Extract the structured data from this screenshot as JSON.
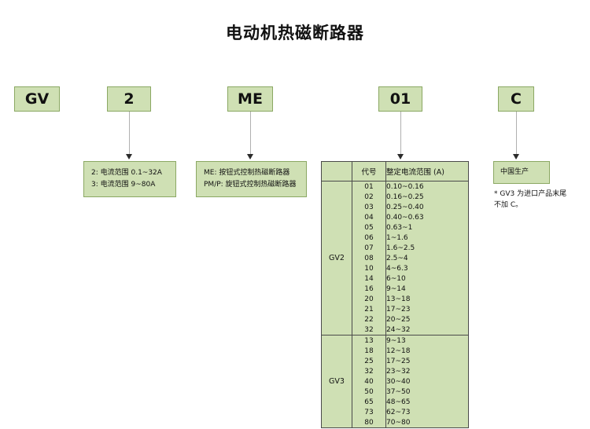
{
  "title": "电动机热磁断路器",
  "colors": {
    "box_fill": "#cfe0b4",
    "box_border": "#8ba863",
    "table_border": "#4a4a4a",
    "connector": "#b0b0b0",
    "text": "#111111"
  },
  "code_boxes": [
    {
      "label": "GV",
      "name": "series-code"
    },
    {
      "label": "2",
      "name": "frame-code"
    },
    {
      "label": "ME",
      "name": "control-type-code"
    },
    {
      "label": "01",
      "name": "current-rating-code"
    },
    {
      "label": "C",
      "name": "origin-code"
    }
  ],
  "frame_desc": {
    "lines": [
      "2: 电流范围 0.1~32A",
      "3: 电流范围 9~80A"
    ]
  },
  "control_desc": {
    "lines": [
      "ME: 按钮式控制热磁断路器",
      "PM/P: 旋钮式控制热磁断路器"
    ]
  },
  "origin_desc": {
    "label": "中国生产",
    "footnote_lines": [
      "* GV3 为进口产品末尾",
      "不加 C。"
    ]
  },
  "rating_table": {
    "headers": {
      "group": "",
      "code": "代号",
      "range": "整定电流范围 (A)"
    },
    "groups": [
      {
        "name": "GV2",
        "rows": [
          {
            "code": "01",
            "range": "0.10~0.16"
          },
          {
            "code": "02",
            "range": "0.16~0.25"
          },
          {
            "code": "03",
            "range": "0.25~0.40"
          },
          {
            "code": "04",
            "range": "0.40~0.63"
          },
          {
            "code": "05",
            "range": "0.63~1"
          },
          {
            "code": "06",
            "range": "1~1.6"
          },
          {
            "code": "07",
            "range": "1.6~2.5"
          },
          {
            "code": "08",
            "range": "2.5~4"
          },
          {
            "code": "10",
            "range": "4~6.3"
          },
          {
            "code": "14",
            "range": "6~10"
          },
          {
            "code": "16",
            "range": "9~14"
          },
          {
            "code": "20",
            "range": "13~18"
          },
          {
            "code": "21",
            "range": "17~23"
          },
          {
            "code": "22",
            "range": "20~25"
          },
          {
            "code": "32",
            "range": "24~32"
          }
        ]
      },
      {
        "name": "GV3",
        "rows": [
          {
            "code": "13",
            "range": "9~13"
          },
          {
            "code": "18",
            "range": "12~18"
          },
          {
            "code": "25",
            "range": "17~25"
          },
          {
            "code": "32",
            "range": "23~32"
          },
          {
            "code": "40",
            "range": "30~40"
          },
          {
            "code": "50",
            "range": "37~50"
          },
          {
            "code": "65",
            "range": "48~65"
          },
          {
            "code": "73",
            "range": "62~73"
          },
          {
            "code": "80",
            "range": "70~80"
          }
        ]
      }
    ]
  }
}
